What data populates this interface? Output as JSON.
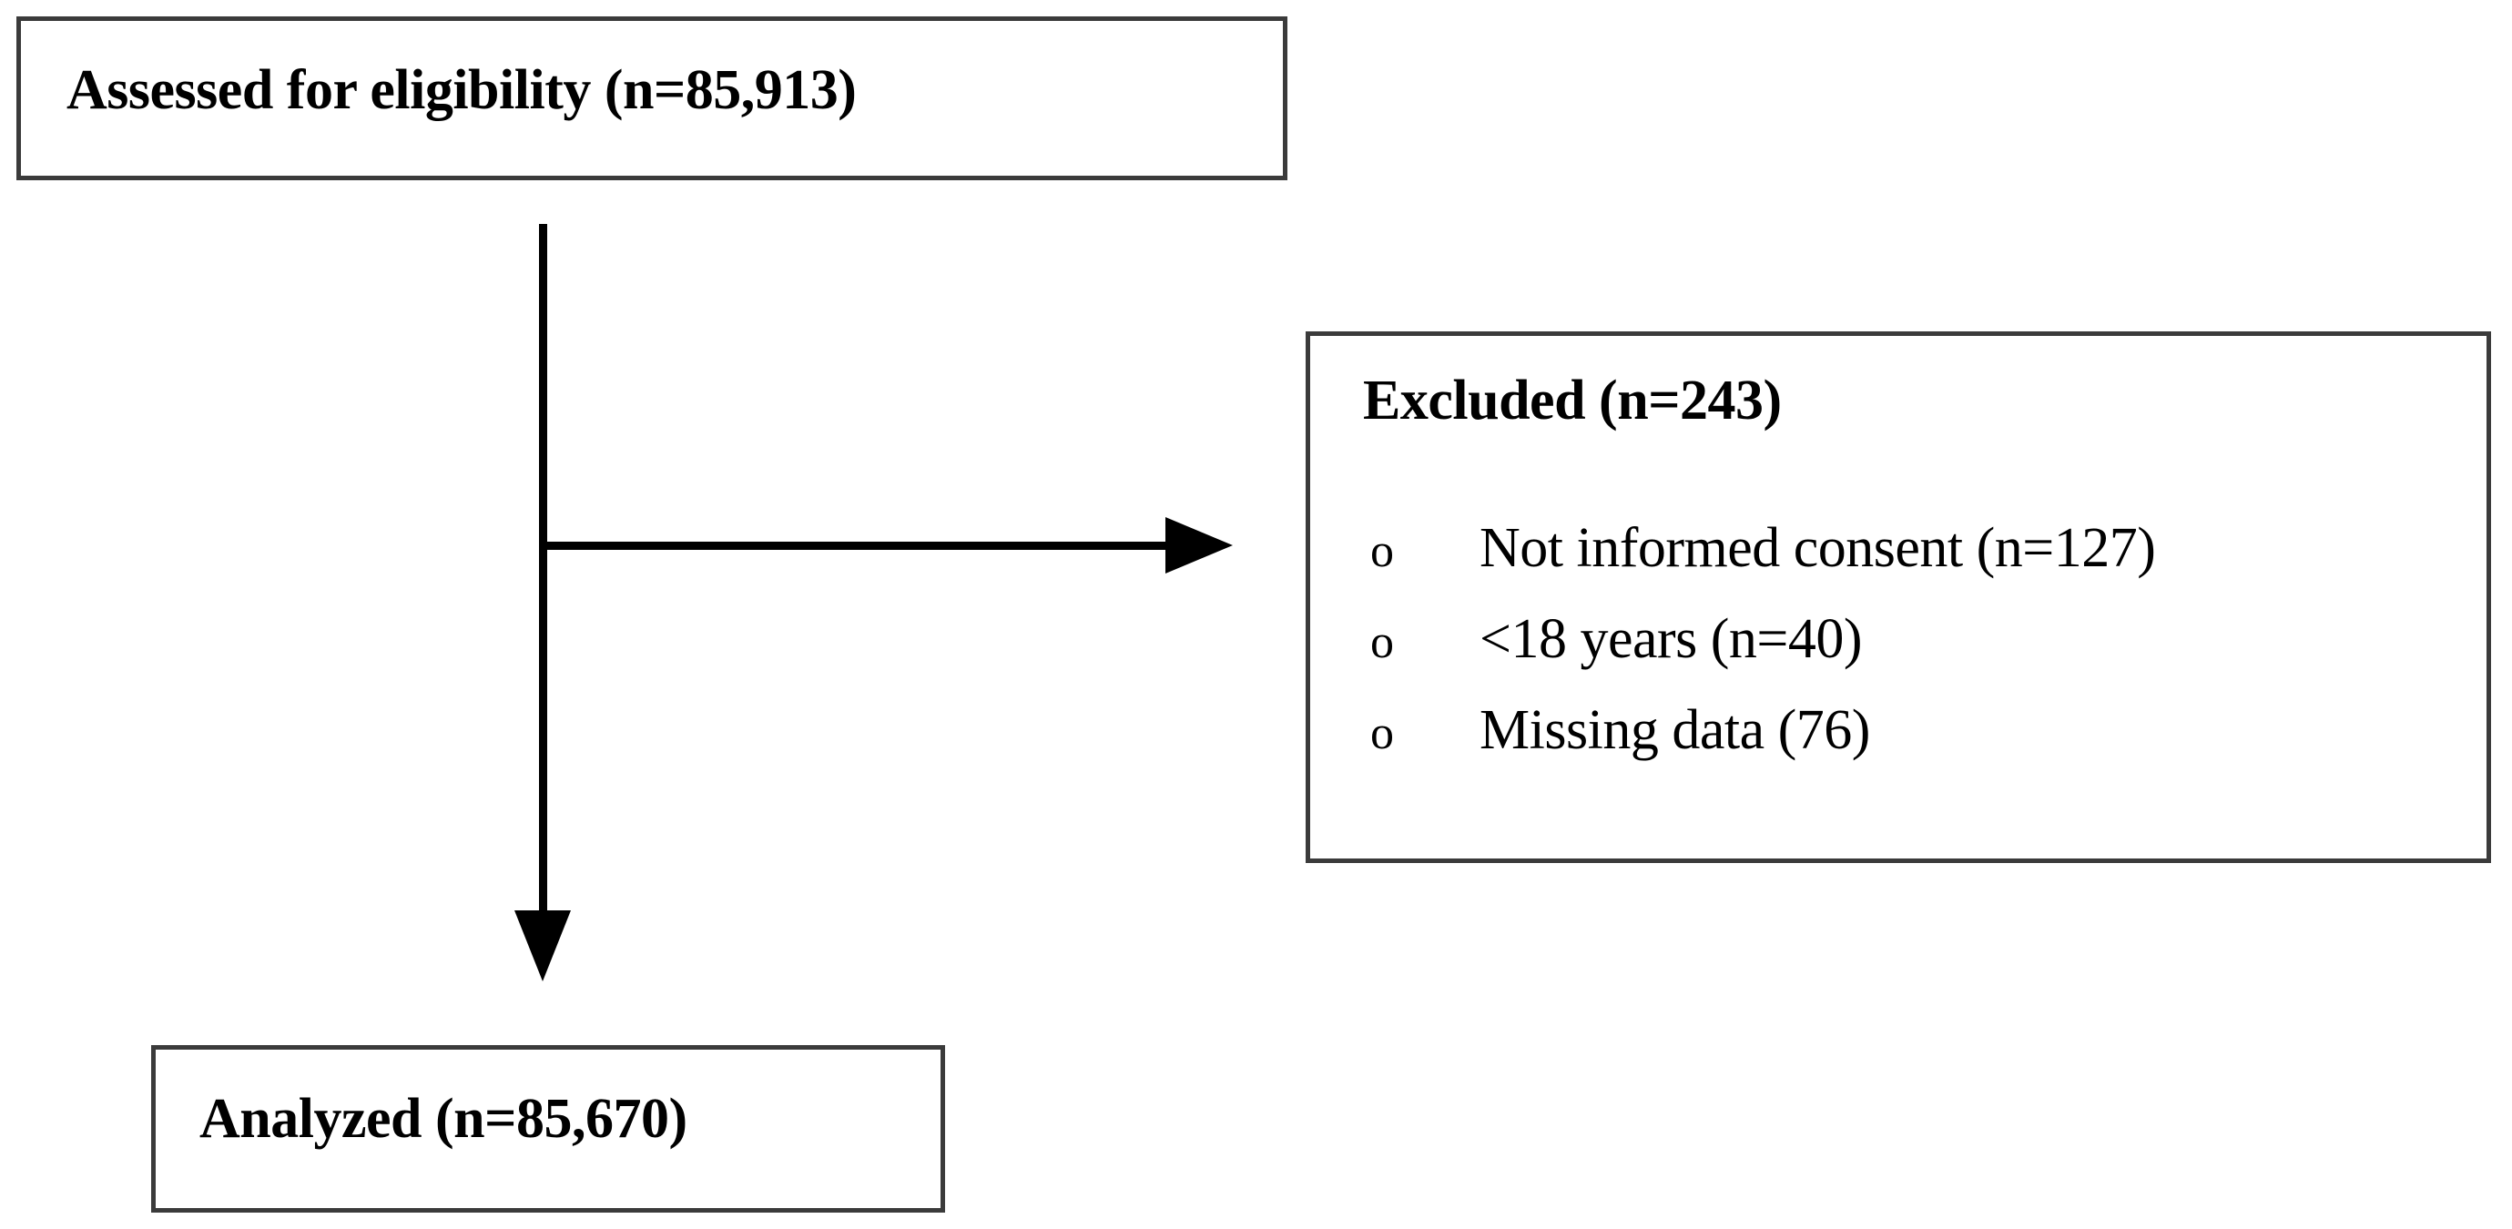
{
  "diagram": {
    "type": "prisma-flow-chart",
    "boxes": {
      "assessed": {
        "title": "Assessed for eligibility (n=85,913)",
        "n": 85913
      },
      "excluded": {
        "title": "Excluded (n=243)",
        "n": 243,
        "reasons": [
          {
            "marker": "o",
            "label": "Not informed consent (n=127)",
            "n": 127
          },
          {
            "marker": "o",
            "label": "<18 years (n=40)",
            "n": 40
          },
          {
            "marker": "o",
            "label": "Missing data (76)",
            "n": 76
          }
        ]
      },
      "analyzed": {
        "title": "Analyzed (n=85,670)",
        "n": 85670
      }
    },
    "connectors": [
      {
        "name": "vertical-trunk",
        "from": "assessed",
        "to": "analyzed"
      },
      {
        "name": "branch-to-excluded",
        "from": "assessed",
        "to": "excluded"
      }
    ],
    "colors": {
      "box_border": "#3b3b3b",
      "line": "#000000",
      "background": "#ffffff",
      "text": "#000000"
    }
  }
}
